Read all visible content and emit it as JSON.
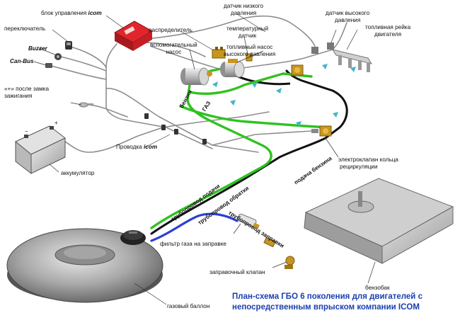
{
  "labels": {
    "control_unit": "блок управления",
    "control_unit_brand": "icom",
    "switch": "переключатель",
    "buzzer": "Buzzer",
    "canbus": "Can-Bus",
    "ignition_1": "«+» после замка",
    "ignition_2": "зажигания",
    "battery": "аккумулятор",
    "wiring": "Проводка",
    "wiring_brand": "icom",
    "distributor": "распределитель",
    "aux_pump_1": "вспомогательный",
    "aux_pump_2": "насос",
    "low_pressure_1": "датчик низкого",
    "low_pressure_2": "давления",
    "high_pressure_1": "датчик высокого",
    "high_pressure_2": "давления",
    "temp_sensor_1": "температурный",
    "temp_sensor_2": "датчик",
    "hp_pump_1": "топливный насос",
    "hp_pump_2": "высокого давления",
    "fuel_rail_1": "топливная рейка",
    "fuel_rail_2": "двигателя",
    "solenoid_1": "электроклапан кольца",
    "solenoid_2": "рециркуляции",
    "petrol_feed": "подача бензина",
    "gas_feed": "трубопровод подачи",
    "return_line": "трубопровод обратки",
    "fill_line": "трубопровод заправки",
    "gas_filter": "фильтр газа на заправке",
    "fill_valve": "заправочный клапан",
    "gas_tank": "газовый баллон",
    "petrol_tank": "бензобак",
    "petrol": "бензин",
    "gas": "ГАЗ"
  },
  "title_line1": "План-схема ГБО 6 поколения для двигателей с",
  "title_line2": "непосредственным впрыском компании ICOM",
  "colors": {
    "gas_line": "#2fc21f",
    "return_line": "#111111",
    "fill_line": "#2b3fd6",
    "wire": "#8a8a8a",
    "title": "#1a3fb0",
    "ecu": "#e0262b",
    "brass": "#c8961e",
    "arrow": "#3fb7c9"
  }
}
